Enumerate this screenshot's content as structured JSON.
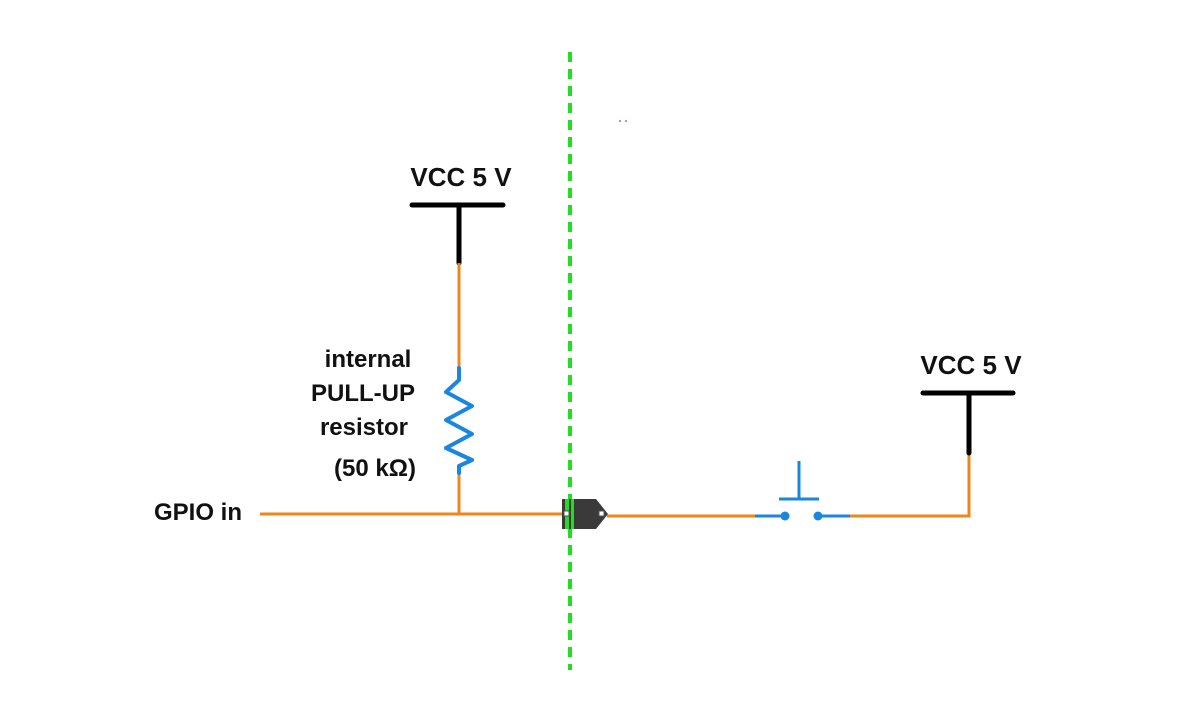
{
  "labels": {
    "vcc_left": "VCC 5 V",
    "vcc_right": "VCC 5 V",
    "resistor_line1": "internal",
    "resistor_line2": "PULL-UP",
    "resistor_line3": "resistor",
    "resistor_value": "(50 kΩ)",
    "gpio": "GPIO in"
  },
  "colors": {
    "wire": "#f0861a",
    "component": "#1b86e0",
    "rail": "#000000",
    "boundary": "#22dd22",
    "connector": "#3a3a3a"
  }
}
